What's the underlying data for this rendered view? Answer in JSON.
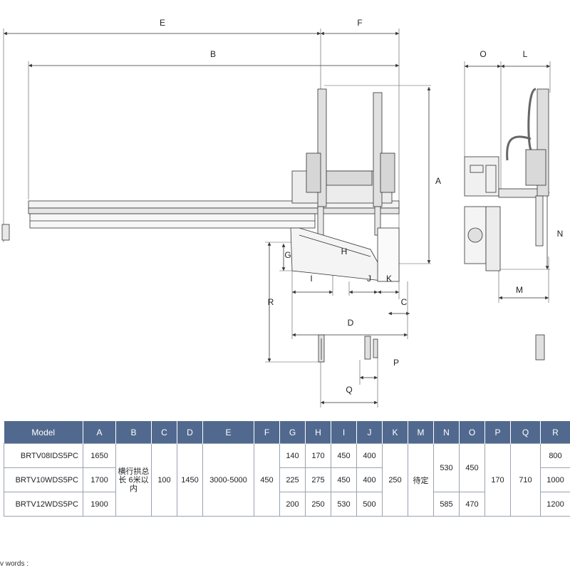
{
  "dimension_labels": {
    "E": "E",
    "F": "F",
    "B": "B",
    "O": "O",
    "L": "L",
    "A": "A",
    "N": "N",
    "G": "G",
    "H": "H",
    "I": "I",
    "J": "J",
    "K": "K",
    "C": "C",
    "R": "R",
    "D": "D",
    "M": "M",
    "P": "P",
    "Q": "Q"
  },
  "table": {
    "headers": [
      "Model",
      "A",
      "B",
      "C",
      "D",
      "E",
      "F",
      "G",
      "H",
      "I",
      "J",
      "K",
      "M",
      "N",
      "O",
      "P",
      "Q",
      "R"
    ],
    "models": [
      "BRTV08IDS5PC",
      "BRTV10WDS5PC",
      "BRTV12WDS5PC"
    ],
    "A": [
      "1650",
      "1700",
      "1900"
    ],
    "B": "横行拱总长 6米以内",
    "C": "100",
    "D": "1450",
    "E": "3000-5000",
    "F": "450",
    "G": [
      "140",
      "225",
      "200"
    ],
    "H": [
      "170",
      "275",
      "250"
    ],
    "I": [
      "450",
      "450",
      "530"
    ],
    "J": [
      "400",
      "400",
      "500"
    ],
    "K": "250",
    "M": "待定",
    "N": [
      "530",
      "585"
    ],
    "O": [
      "450",
      "470"
    ],
    "P": "170",
    "Q": "710",
    "R": [
      "800",
      "1000",
      "1200"
    ]
  },
  "footnote": "v words :"
}
